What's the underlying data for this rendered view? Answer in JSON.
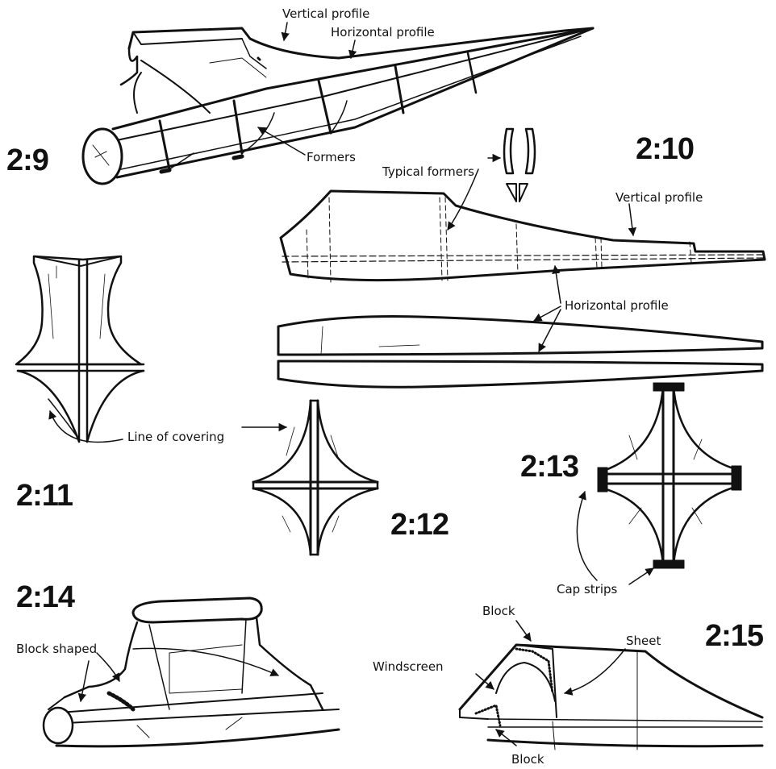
{
  "figures": {
    "fig_2_9": {
      "number": "2:9",
      "labels": {
        "vertical_profile": "Vertical profile",
        "horizontal_profile": "Horizontal profile",
        "formers": "Formers"
      }
    },
    "fig_2_10": {
      "number": "2:10",
      "labels": {
        "typical_formers": "Typical formers",
        "vertical_profile": "Vertical profile",
        "horizontal_profile": "Horizontal profile"
      }
    },
    "fig_2_11": {
      "number": "2:11",
      "labels": {
        "line_of_covering": "Line of covering"
      }
    },
    "fig_2_12": {
      "number": "2:12"
    },
    "fig_2_13": {
      "number": "2:13",
      "labels": {
        "cap_strips": "Cap strips"
      }
    },
    "fig_2_14": {
      "number": "2:14",
      "labels": {
        "block_shaped": "Block shaped"
      }
    },
    "fig_2_15": {
      "number": "2:15",
      "labels": {
        "block_top": "Block",
        "sheet": "Sheet",
        "windscreen": "Windscreen",
        "block_bottom": "Block"
      }
    }
  },
  "colors": {
    "ink": "#111111",
    "paper": "#ffffff"
  }
}
